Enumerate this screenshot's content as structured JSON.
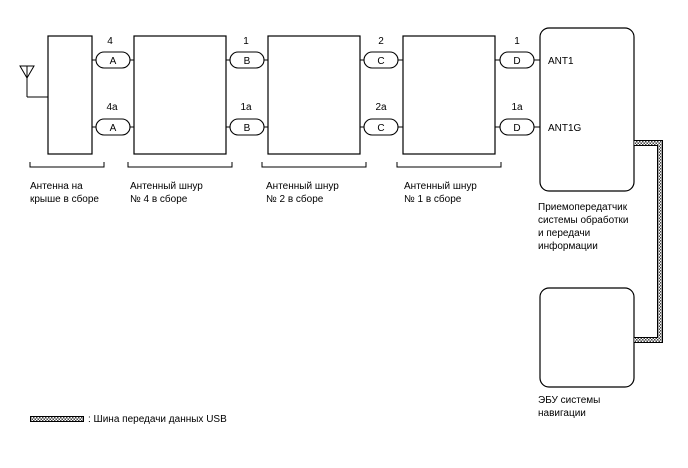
{
  "connectors": [
    {
      "pin_top": "4",
      "pin_bottom": "4a",
      "letter": "A"
    },
    {
      "pin_top": "1",
      "pin_bottom": "1a",
      "letter": "B"
    },
    {
      "pin_top": "2",
      "pin_bottom": "2a",
      "letter": "C"
    },
    {
      "pin_top": "1",
      "pin_bottom": "1a",
      "letter": "D"
    }
  ],
  "transceiver": {
    "pin_top": "ANT1",
    "pin_bottom": "ANT1G",
    "label": [
      "Приемопередатчик",
      "системы обработки",
      "и передачи",
      "информации"
    ]
  },
  "components": [
    {
      "label": [
        "Антенна на",
        "крыше в сборе"
      ]
    },
    {
      "label": [
        "Антенный шнур",
        "№ 4 в сборе"
      ]
    },
    {
      "label": [
        "Антенный шнур",
        "№ 2 в сборе"
      ]
    },
    {
      "label": [
        "Антенный шнур",
        "№ 1 в сборе"
      ]
    }
  ],
  "ecu": {
    "label": [
      "ЭБУ системы",
      "навигации"
    ]
  },
  "legend": {
    "text": ": Шина передачи данных USB"
  }
}
